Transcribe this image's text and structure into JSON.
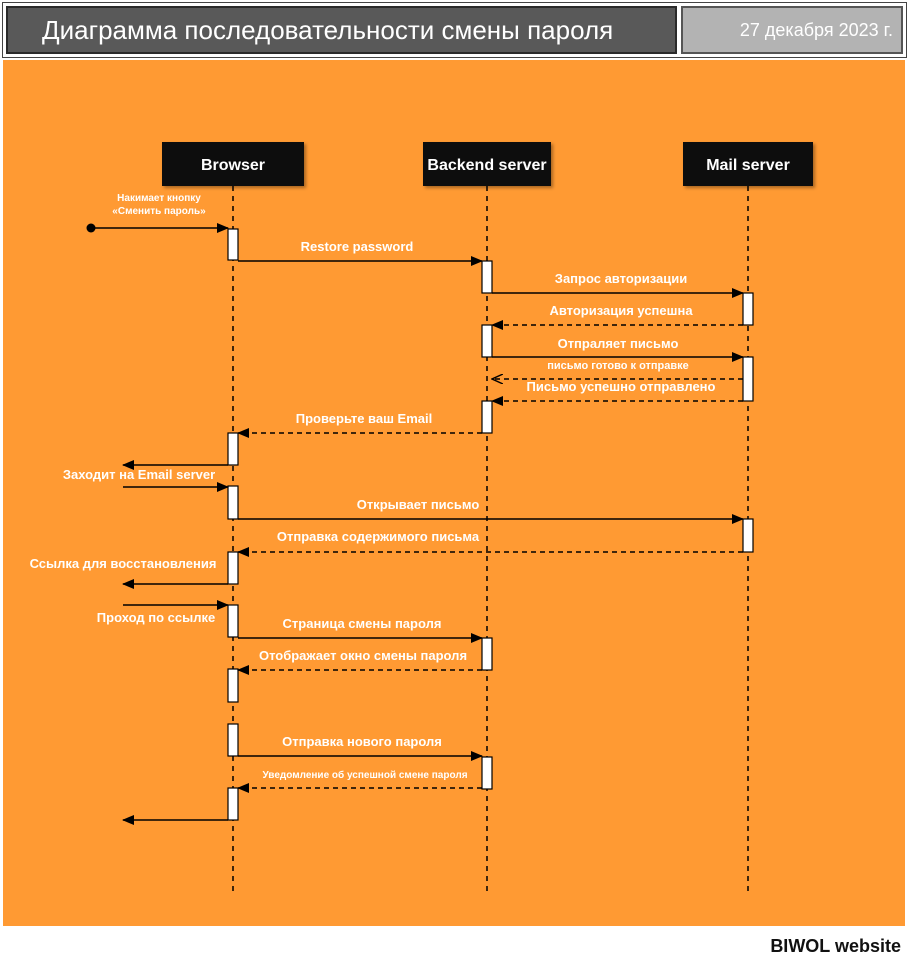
{
  "header": {
    "title": "Диаграмма последовательности смены пароля",
    "date": "27 декабря 2023 г."
  },
  "footer": {
    "credit": "BIWOL website"
  },
  "colors": {
    "background": "#ff9a33",
    "actor_fill": "#111111",
    "line": "#000000",
    "text": "#ffffff"
  },
  "actors": [
    {
      "id": "browser",
      "label": "Browser"
    },
    {
      "id": "backend",
      "label": "Backend server"
    },
    {
      "id": "mail",
      "label": "Mail server"
    }
  ],
  "messages": [
    {
      "label": "Накимает кнопку\n«Сменить пароль»",
      "type": "sync"
    },
    {
      "label": "Restore password",
      "type": "sync"
    },
    {
      "label": "Запрос авторизации",
      "type": "sync"
    },
    {
      "label": "Авторизация успешна",
      "type": "reply"
    },
    {
      "label": "Отпраляет письмо",
      "type": "sync"
    },
    {
      "label": "письмо готово к отправке",
      "type": "reply-open"
    },
    {
      "label": "Письмо успешно отправлено",
      "type": "reply"
    },
    {
      "label": "Проверьте ваш Email",
      "type": "reply"
    },
    {
      "label": "",
      "type": "sync"
    },
    {
      "label": "Заходит на Email server",
      "type": "sync"
    },
    {
      "label": "Открывает письмо",
      "type": "sync"
    },
    {
      "label": "Отправка содержимого письма",
      "type": "reply"
    },
    {
      "label": "Ссылка для восстановления",
      "type": "sync"
    },
    {
      "label": "Проход по ссылке",
      "type": "sync"
    },
    {
      "label": "Страница смены пароля",
      "type": "sync"
    },
    {
      "label": "Отображает окно смены пароля",
      "type": "reply"
    },
    {
      "label": "Отправка нового пароля",
      "type": "sync"
    },
    {
      "label": "Уведомление об успешной смене пароля",
      "type": "reply"
    },
    {
      "label": "",
      "type": "sync"
    }
  ]
}
